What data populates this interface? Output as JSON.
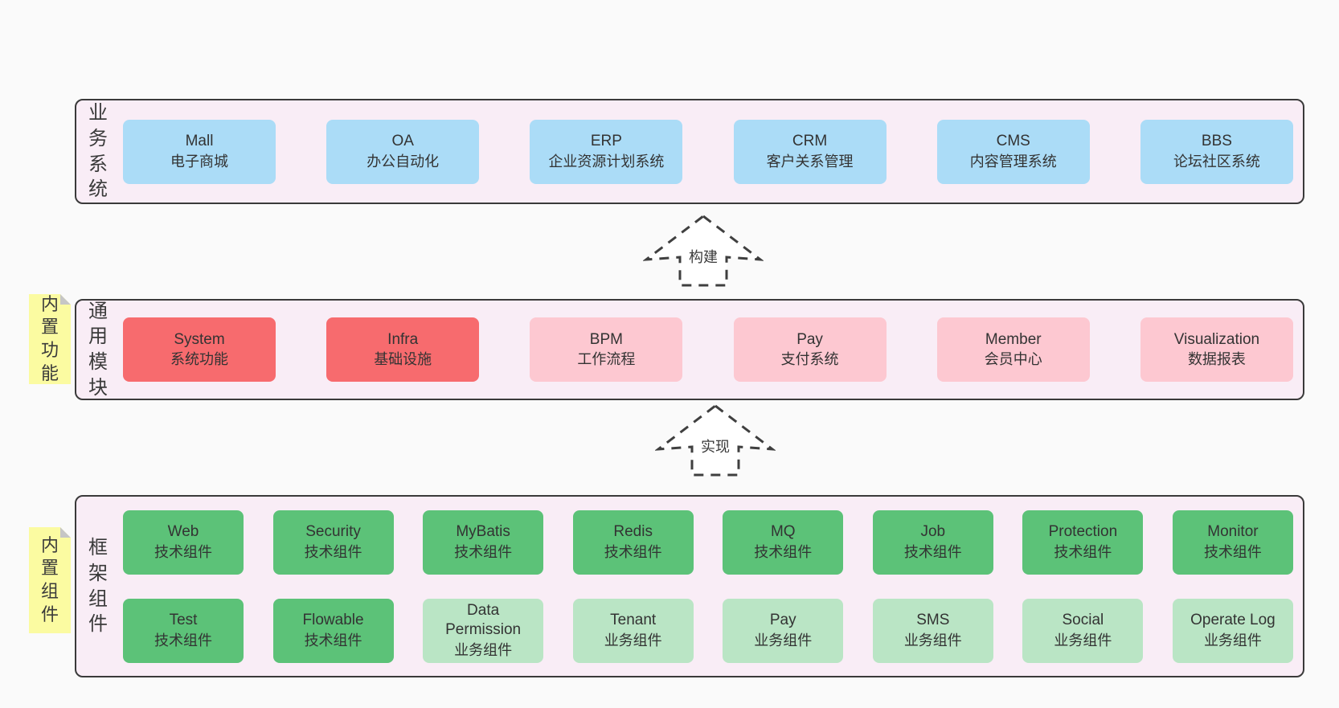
{
  "colors": {
    "page_bg": "#fafafa",
    "panel_bg": "#f9edf6",
    "panel_border": "#3a3a3a",
    "business_box": "#abdcf7",
    "module_core_box": "#f76b6e",
    "module_box": "#fdc8d1",
    "tech_component_box": "#5cc278",
    "biz_component_box": "#bae5c5",
    "sticky_note": "#fbfba1",
    "sticky_fold": "#c6c6c6",
    "text": "#333333"
  },
  "arrows": [
    {
      "label": "构建"
    },
    {
      "label": "实现"
    }
  ],
  "layers": {
    "business": {
      "side_label": "业务系统",
      "boxes": [
        {
          "name": "Mall",
          "desc": "电子商城"
        },
        {
          "name": "OA",
          "desc": "办公自动化"
        },
        {
          "name": "ERP",
          "desc": "企业资源计划系统"
        },
        {
          "name": "CRM",
          "desc": "客户关系管理"
        },
        {
          "name": "CMS",
          "desc": "内容管理系统"
        },
        {
          "name": "BBS",
          "desc": "论坛社区系统"
        }
      ]
    },
    "modules": {
      "side_label": "通用模块",
      "sticky": "内置功能",
      "boxes": [
        {
          "name": "System",
          "desc": "系统功能"
        },
        {
          "name": "Infra",
          "desc": "基础设施"
        },
        {
          "name": "BPM",
          "desc": "工作流程"
        },
        {
          "name": "Pay",
          "desc": "支付系统"
        },
        {
          "name": "Member",
          "desc": "会员中心"
        },
        {
          "name": "Visualization",
          "desc": "数据报表"
        }
      ]
    },
    "components": {
      "side_label": "框架组件",
      "sticky": "内置组件",
      "row1": [
        {
          "name": "Web",
          "desc": "技术组件"
        },
        {
          "name": "Security",
          "desc": "技术组件"
        },
        {
          "name": "MyBatis",
          "desc": "技术组件"
        },
        {
          "name": "Redis",
          "desc": "技术组件"
        },
        {
          "name": "MQ",
          "desc": "技术组件"
        },
        {
          "name": "Job",
          "desc": "技术组件"
        },
        {
          "name": "Protection",
          "desc": "技术组件"
        },
        {
          "name": "Monitor",
          "desc": "技术组件"
        }
      ],
      "row2": [
        {
          "name": "Test",
          "desc": "技术组件"
        },
        {
          "name": "Flowable",
          "desc": "技术组件"
        },
        {
          "name": "Data Permission",
          "desc": "业务组件"
        },
        {
          "name": "Tenant",
          "desc": "业务组件"
        },
        {
          "name": "Pay",
          "desc": "业务组件"
        },
        {
          "name": "SMS",
          "desc": "业务组件"
        },
        {
          "name": "Social",
          "desc": "业务组件"
        },
        {
          "name": "Operate Log",
          "desc": "业务组件"
        }
      ]
    }
  }
}
